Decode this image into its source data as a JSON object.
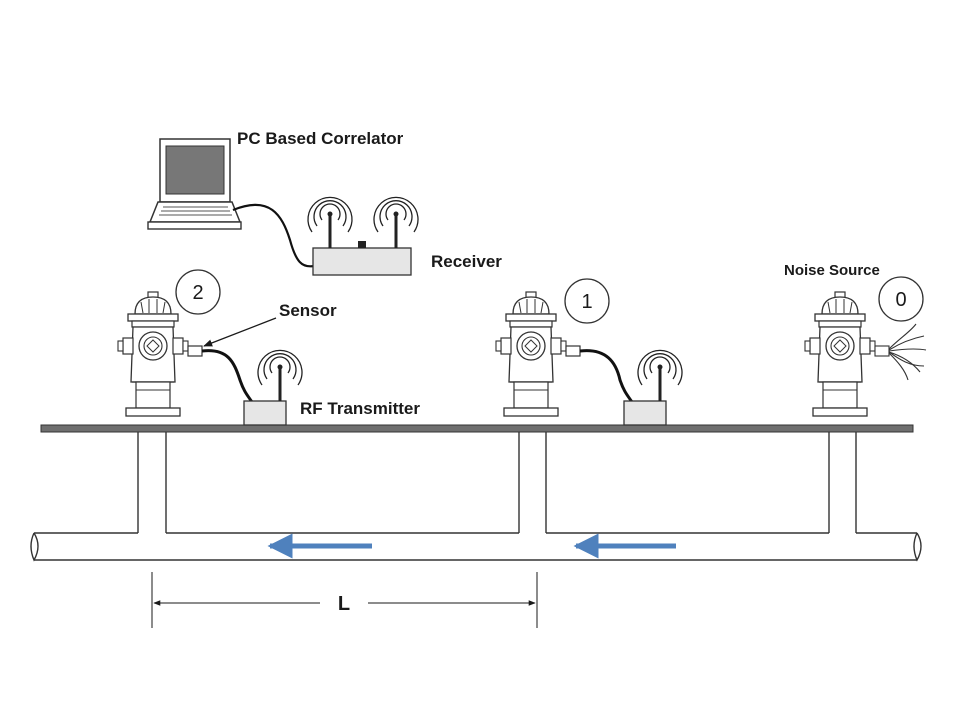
{
  "labels": {
    "correlator": "PC Based Correlator",
    "receiver": "Receiver",
    "sensor": "Sensor",
    "rf_transmitter": "RF Transmitter",
    "noise_source": "Noise Source",
    "distance": "L"
  },
  "hydrant_numbers": [
    "2",
    "1",
    "0"
  ],
  "colors": {
    "flow_arrow": "#4f81bd",
    "ground": "#6f6f6f",
    "device_fill": "#e6e6e6",
    "outline": "#333333"
  },
  "icons": {
    "computer": "laptop-icon",
    "receiver": "receiver-antenna-icon",
    "transmitter": "rf-transmitter-icon",
    "hydrant": "fire-hydrant-icon",
    "leak": "noise-spray-icon"
  }
}
